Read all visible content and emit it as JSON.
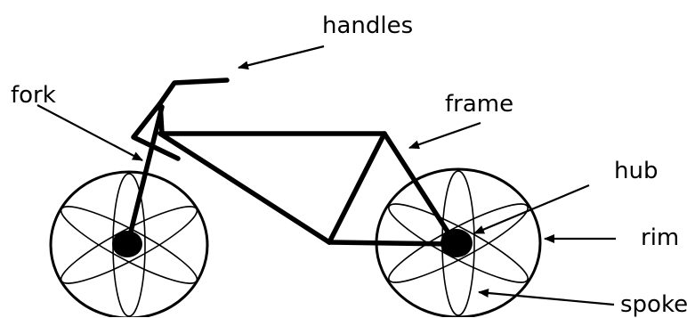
{
  "labels": {
    "handles": "handles",
    "fork": "fork",
    "frame": "frame",
    "hub": "hub",
    "rim": "rim",
    "spoke": "spoke"
  },
  "colors": {
    "ink": "#000000",
    "background": "#ffffff"
  }
}
